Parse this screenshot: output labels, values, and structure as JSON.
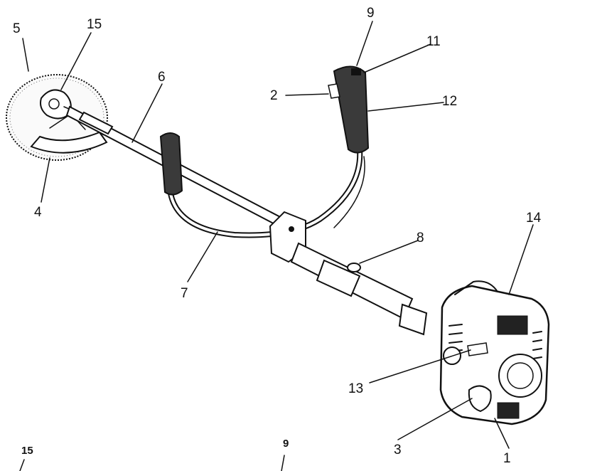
{
  "callouts": [
    {
      "id": "c1",
      "text": "1"
    },
    {
      "id": "c2",
      "text": "2"
    },
    {
      "id": "c3",
      "text": "3"
    },
    {
      "id": "c4",
      "text": "4"
    },
    {
      "id": "c5",
      "text": "5"
    },
    {
      "id": "c6",
      "text": "6"
    },
    {
      "id": "c7",
      "text": "7"
    },
    {
      "id": "c8",
      "text": "8"
    },
    {
      "id": "c9",
      "text": "9"
    },
    {
      "id": "c11",
      "text": "11"
    },
    {
      "id": "c12",
      "text": "12"
    },
    {
      "id": "c13",
      "text": "13"
    },
    {
      "id": "c14",
      "text": "14"
    },
    {
      "id": "c15",
      "text": "15"
    }
  ],
  "bottom_labels": [
    {
      "id": "b15",
      "text": "15"
    },
    {
      "id": "b9",
      "text": "9"
    }
  ],
  "colors": {
    "ink": "#111111",
    "background": "#ffffff",
    "grip": "#3a3a3a"
  }
}
